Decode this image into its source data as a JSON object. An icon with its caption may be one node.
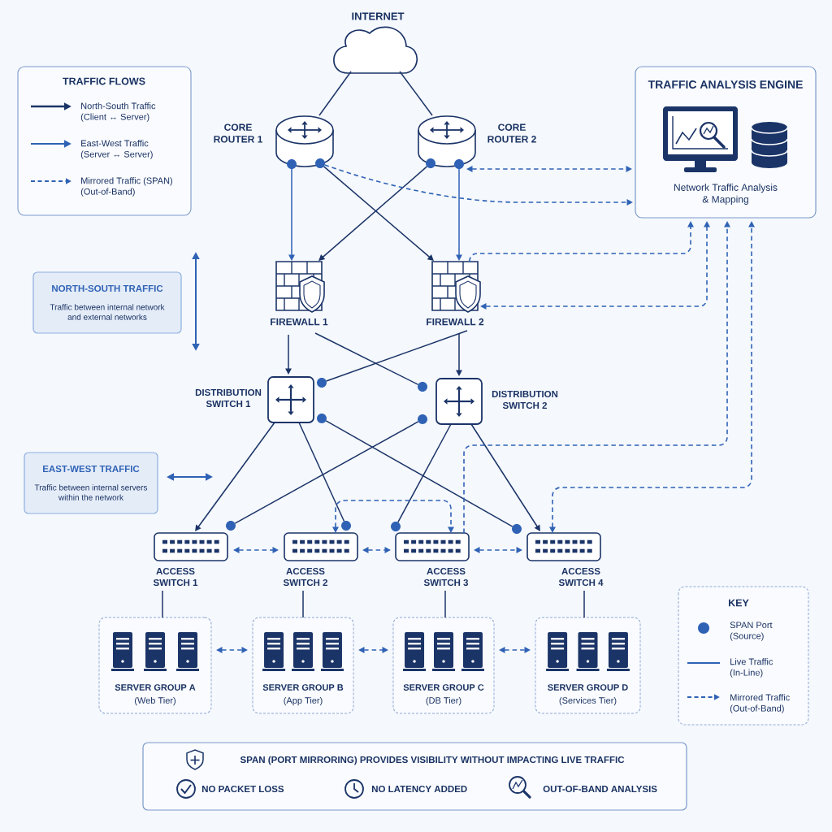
{
  "diagram": {
    "nodes": [
      {
        "text": [
          "INTERNET"
        ]
      },
      {
        "text": [
          "CORE ROUTER 1"
        ]
      },
      {
        "text": [
          "CORE ROUTER 2"
        ]
      },
      {
        "text": [
          "TRAFFIC ANALYSIS ENGINE",
          "Network Traffic Analysis & Mapping"
        ]
      },
      {
        "text": [
          "FIREWALL 1"
        ]
      },
      {
        "text": [
          "FIREWALL 2"
        ]
      },
      {
        "text": [
          "DISTRIBUTION SWITCH 1"
        ]
      },
      {
        "text": [
          "DISTRIBUTION SWITCH 2"
        ]
      },
      {
        "text": [
          "ACCESS SWITCH 1"
        ]
      },
      {
        "text": [
          "ACCESS SWITCH 2"
        ]
      },
      {
        "text": [
          "ACCESS SWITCH 3"
        ]
      },
      {
        "text": [
          "ACCESS SWITCH 4"
        ]
      },
      {
        "text": [
          "SERVER GROUP A",
          "(Web Tier)"
        ]
      },
      {
        "text": [
          "SERVER GROUP B",
          "(App Tier)"
        ]
      },
      {
        "text": [
          "SERVER GROUP C",
          "(DB Tier)"
        ]
      },
      {
        "text": [
          "SERVER GROUP D",
          "(Services Tier)"
        ]
      },
      {
        "text": [
          "NORTH-SOUTH TRAFFIC",
          "Traffic between internal network and external networks"
        ]
      },
      {
        "text": [
          "EAST-WEST TRAFFIC",
          "Traffic between internal servers within the network"
        ]
      },
      {
        "text": [
          "SPAN (PORT MIRRORING) PROVIDES VISIBILITY WITHOUT IMPACTING LIVE TRAFFIC",
          "NO PACKET LOSS",
          "NO LATENCY ADDED",
          "OUT-OF-BAND ANALYSIS"
        ]
      }
    ],
    "edges": [
      {
        "from": 0,
        "to": 1,
        "arrow": "none"
      },
      {
        "from": 0,
        "to": 2,
        "arrow": "none"
      },
      {
        "from": 1,
        "to": 4,
        "arrow": "to",
        "color": "#2f62b5"
      },
      {
        "from": 1,
        "to": 5,
        "arrow": "to"
      },
      {
        "from": 2,
        "to": 4,
        "arrow": "to"
      },
      {
        "from": 2,
        "to": 5,
        "arrow": "to",
        "color": "#2f62b5"
      },
      {
        "from": 1,
        "to": 3,
        "arrow": "to",
        "style": "dashed",
        "color": "#2f62b5"
      },
      {
        "from": 2,
        "to": 3,
        "arrow": "both",
        "style": "dashed",
        "color": "#2f62b5"
      },
      {
        "from": 5,
        "to": 3,
        "arrow": "to",
        "style": "dashed",
        "color": "#2f62b5"
      },
      {
        "from": 5,
        "to": 3,
        "arrow": "both",
        "style": "dashed",
        "color": "#2f62b5"
      },
      {
        "from": 4,
        "to": 6,
        "arrow": "to"
      },
      {
        "from": 4,
        "to": 7,
        "arrow": "none"
      },
      {
        "from": 5,
        "to": 6,
        "arrow": "none"
      },
      {
        "from": 5,
        "to": 7,
        "arrow": "to"
      },
      {
        "from": 6,
        "to": 8,
        "arrow": "to"
      },
      {
        "from": 6,
        "to": 9,
        "arrow": "none"
      },
      {
        "from": 6,
        "to": 11,
        "arrow": "none"
      },
      {
        "from": 7,
        "to": 8,
        "arrow": "none"
      },
      {
        "from": 7,
        "to": 10,
        "arrow": "none"
      },
      {
        "from": 7,
        "to": 11,
        "arrow": "to"
      },
      {
        "from": 10,
        "to": 3,
        "arrow": "to",
        "style": "dashed",
        "color": "#2f62b5"
      },
      {
        "from": 11,
        "to": 3,
        "arrow": "both",
        "style": "dashed",
        "color": "#2f62b5"
      },
      {
        "from": 8,
        "to": 9,
        "arrow": "both",
        "style": "dashed",
        "color": "#2f62b5"
      },
      {
        "from": 9,
        "to": 10,
        "arrow": "both",
        "style": "dashed",
        "color": "#2f62b5"
      },
      {
        "from": 9,
        "to": 10,
        "arrow": "both",
        "style": "dashed",
        "color": "#2f62b5"
      },
      {
        "from": 10,
        "to": 11,
        "arrow": "both",
        "style": "dashed",
        "color": "#2f62b5"
      },
      {
        "from": 8,
        "to": 12,
        "arrow": "none"
      },
      {
        "from": 9,
        "to": 13,
        "arrow": "none"
      },
      {
        "from": 10,
        "to": 14,
        "arrow": "none"
      },
      {
        "from": 11,
        "to": 15,
        "arrow": "none"
      },
      {
        "from": 12,
        "to": 13,
        "arrow": "both",
        "style": "dashed",
        "color": "#2f62b5"
      },
      {
        "from": 13,
        "to": 14,
        "arrow": "both",
        "style": "dashed",
        "color": "#2f62b5"
      },
      {
        "from": 14,
        "to": 15,
        "arrow": "both",
        "style": "dashed",
        "color": "#2f62b5"
      }
    ],
    "labels": [
      "TRAFFIC FLOWS",
      "KEY"
    ],
    "legend": [
      {
        "text": "North-South Traffic (Client ↔ Server)"
      },
      {
        "text": "East-West Traffic (Server ↔ Server)"
      },
      {
        "text": "Mirrored Traffic (SPAN) (Out-of-Band)"
      },
      {
        "text": "SPAN Port (Source)"
      },
      {
        "text": "Live Traffic (In-Line)"
      },
      {
        "text": "Mirrored Traffic (Out-of-Band)"
      }
    ]
  }
}
